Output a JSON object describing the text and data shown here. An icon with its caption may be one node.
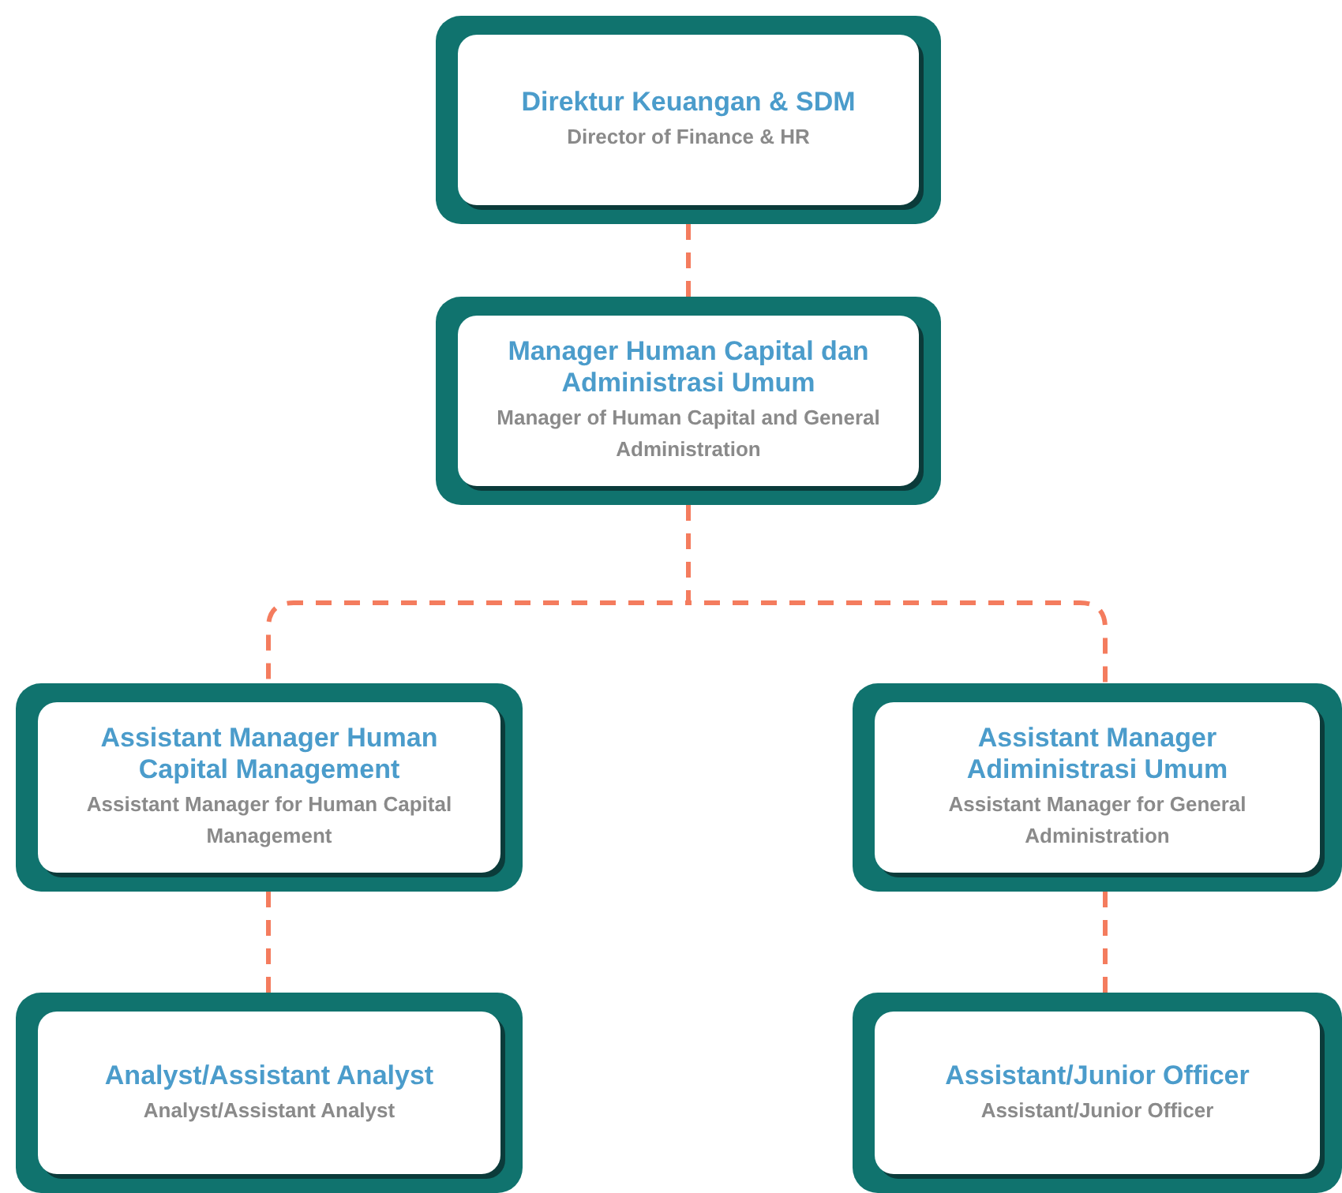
{
  "diagram": {
    "nodes": [
      {
        "text": [
          "Direktur Keuangan & SDM",
          "Director of Finance & HR"
        ]
      },
      {
        "text": [
          "Manager Human Capital dan Administrasi Umum",
          "Manager of Human Capital and General Administration"
        ]
      },
      {
        "text": [
          "Assistant Manager Human Capital Management",
          "Assistant Manager for Human Capital Management"
        ]
      },
      {
        "text": [
          "Assistant Manager Adiministrasi Umum",
          "Assistant Manager for General Administration"
        ]
      },
      {
        "text": [
          "Analyst/Assistant Analyst",
          "Analyst/Assistant Analyst"
        ]
      },
      {
        "text": [
          "Assistant/Junior Officer",
          "Assistant/Junior Officer"
        ]
      }
    ],
    "edges": [
      {
        "from": 0,
        "to": 1,
        "arrow": "none",
        "style": "dashed"
      },
      {
        "from": 1,
        "to": 2,
        "arrow": "none",
        "style": "dashed"
      },
      {
        "from": 1,
        "to": 3,
        "arrow": "none",
        "style": "dashed"
      },
      {
        "from": 2,
        "to": 4,
        "arrow": "none",
        "style": "dashed"
      },
      {
        "from": 3,
        "to": 5,
        "arrow": "none",
        "style": "dashed"
      }
    ]
  }
}
